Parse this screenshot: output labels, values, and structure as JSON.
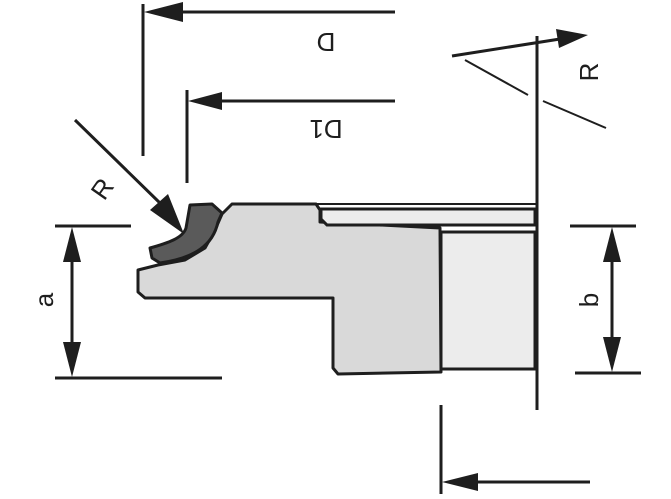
{
  "labels": {
    "D": "D",
    "D1": "D1",
    "R_top": "R",
    "R_left": "R",
    "a": "a",
    "b": "b"
  },
  "colors": {
    "line": "#1e1e1e",
    "body": "#d9d9d9",
    "bore": "#ececec",
    "seal": "#5a5a5a"
  }
}
